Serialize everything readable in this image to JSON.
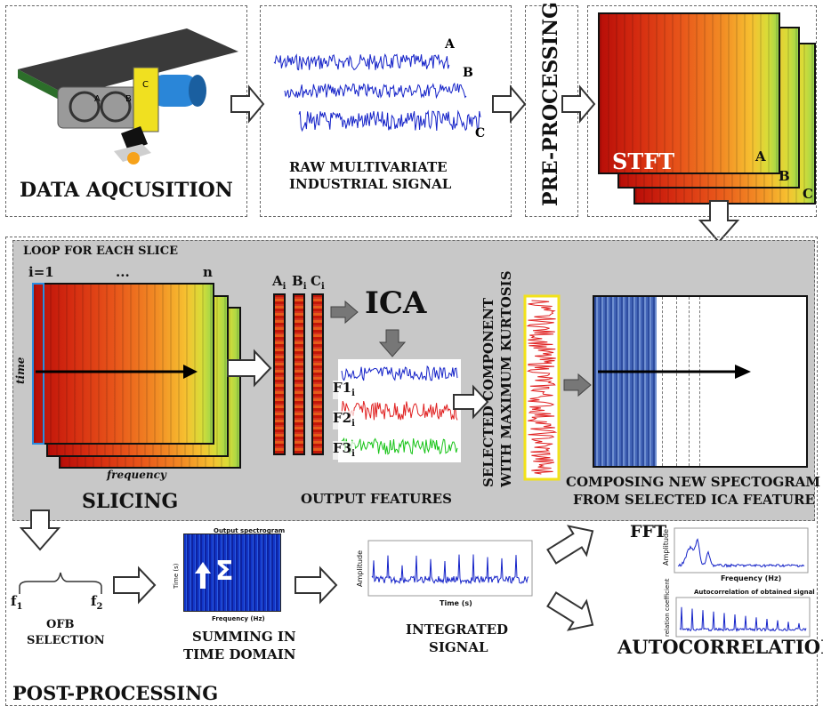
{
  "top": {
    "acquisition_label": "DATA AQCUSITION",
    "raw_signal_label_1": "RAW MULTIVARIATE",
    "raw_signal_label_2": "INDUSTRIAL SIGNAL",
    "preprocessing_label": "PRE-PROCESSING",
    "stft_label": "STFT",
    "channel_a": "A",
    "channel_b": "B",
    "channel_c": "C"
  },
  "loop": {
    "title": "LOOP FOR EACH SLICE",
    "slice_start": "i=1",
    "slice_dots": "...",
    "slice_end": "n",
    "time_axis": "time",
    "freq_axis": "frequency",
    "slicing_label": "SLICING",
    "col_a": "A",
    "col_b": "B",
    "col_c": "C",
    "col_sub": "i",
    "ica_label": "ICA",
    "f1": "F1",
    "f2": "F2",
    "f3": "F3",
    "feature_sub": "i",
    "output_features_label": "OUTPUT FEATURES",
    "selected_label_1": "SELECTED COMPONENT",
    "selected_label_2": "WITH MAXIMUM KURTOSIS",
    "composing_label_1": "COMPOSING NEW SPECTOGRAM",
    "composing_label_2": "FROM SELECTED ICA FEATURE"
  },
  "post": {
    "f1": "f",
    "f1_sub": "1",
    "f2": "f",
    "f2_sub": "2",
    "ofb_label_1": "OFB",
    "ofb_label_2": "SELECTION",
    "output_spectrogram_title": "Output spectrogram",
    "frequency_hz": "Frequency (Hz)",
    "time_s": "Time (s)",
    "sigma": "Σ",
    "summing_label_1": "SUMMING IN",
    "summing_label_2": "TIME DOMAIN",
    "amplitude": "Amplitude",
    "integrated_label_1": "INTEGRATED",
    "integrated_label_2": "SIGNAL",
    "fft_label": "FFT",
    "autocorr_title": "Autocorrelation of obtained signal",
    "correlation_coefficient": "relation coefficient",
    "autocorrelation_label": "AUTOCORRELATION",
    "post_processing_label": "POST-PROCESSING"
  }
}
